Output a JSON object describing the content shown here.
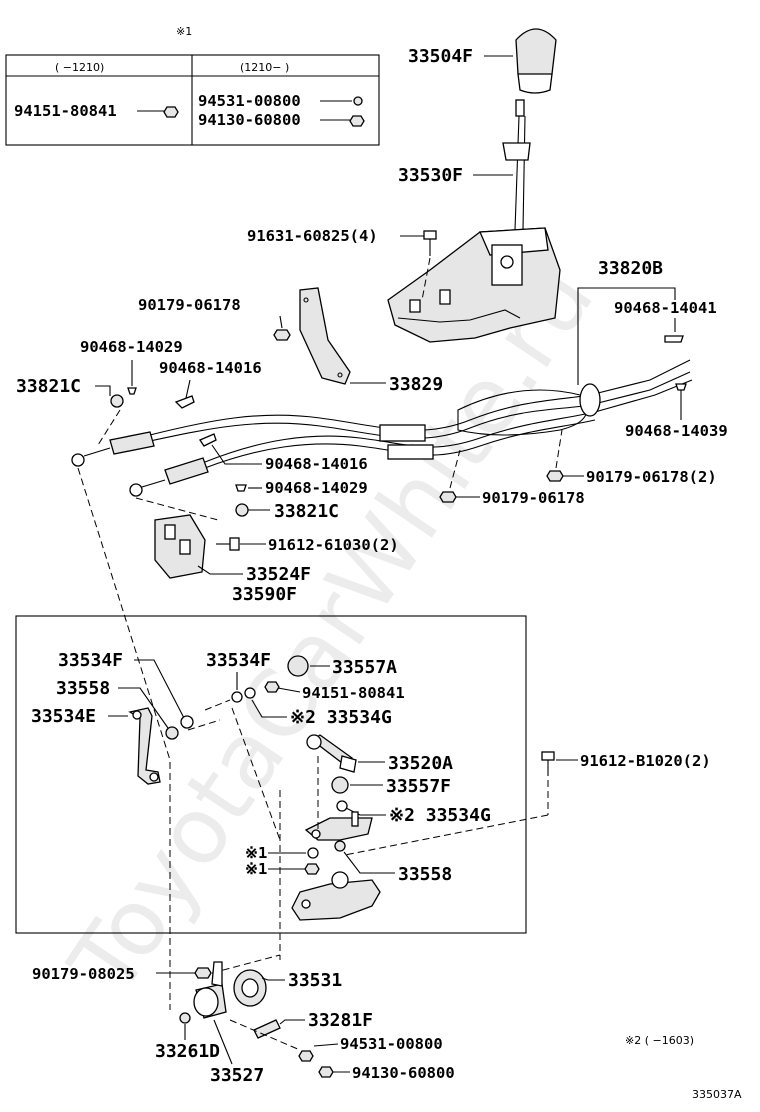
{
  "watermark": "ToyotaCarWhite.ru",
  "diagram_code": "335037A",
  "notes": {
    "note1_mark": "※1",
    "note2": "※2 (     −1603)"
  },
  "variant_table": {
    "col1_header": "(     −1210)",
    "col2_header": "(1210−     )",
    "col1_parts": [
      "94151-80841"
    ],
    "col2_parts": [
      "94531-00800",
      "94130-60800"
    ]
  },
  "labels": {
    "p33504F": "33504F",
    "p33530F": "33530F",
    "p91631": "91631-60825(4)",
    "p33820B": "33820B",
    "p90468_14041": "90468-14041",
    "p90179_06178_a": "90179-06178",
    "p90468_14029_a": "90468-14029",
    "p33821C_a": "33821C",
    "p90468_14016_a": "90468-14016",
    "p33829": "33829",
    "p90468_14039": "90468-14039",
    "p90468_14016_b": "90468-14016",
    "p90179_06178_2": "90179-06178(2)",
    "p90468_14029_b": "90468-14029",
    "p90179_06178_b": "90179-06178",
    "p33821C_b": "33821C",
    "p91612_61030": "91612-61030(2)",
    "p33524F": "33524F",
    "p33590F": "33590F",
    "p33534F_a": "33534F",
    "p33534F_b": "33534F",
    "p33557A": "33557A",
    "p33558_a": "33558",
    "p94151_80841": "94151-80841",
    "p33534E": "33534E",
    "p33534G_a": "※2 33534G",
    "p33520A": "33520A",
    "p91612_B1020": "91612-B1020(2)",
    "p33557F": "33557F",
    "p33534G_b": "※2 33534G",
    "p33558_b": "33558",
    "star1_a": "※1",
    "star1_b": "※1",
    "p90179_08025": "90179-08025",
    "p33531": "33531",
    "p33281F": "33281F",
    "p94531_00800": "94531-00800",
    "p33261D": "33261D",
    "p94130_60800": "94130-60800",
    "p33527": "33527"
  }
}
